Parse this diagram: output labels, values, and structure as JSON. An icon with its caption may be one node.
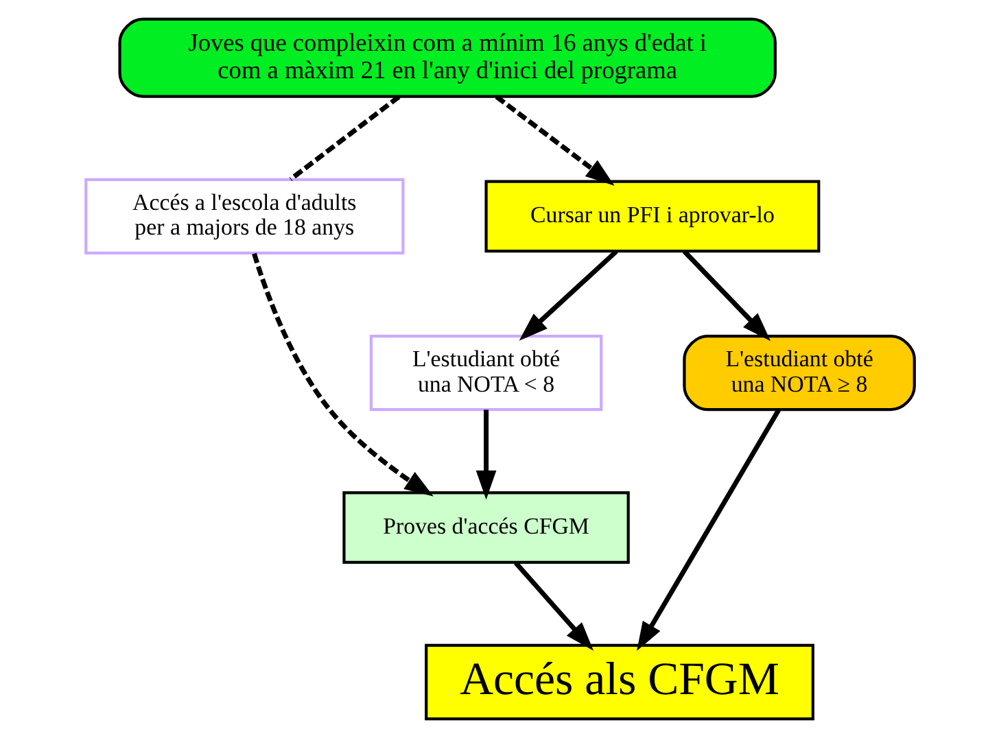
{
  "diagram": {
    "nodes": [
      {
        "text": [
          "Joves que compleixin com a mínim 16 anys d'edat i com a màxim 21 en l'any d'inici del programa"
        ]
      },
      {
        "text": [
          "Accés a l'escola d'adults per a majors de 18 anys"
        ]
      },
      {
        "text": [
          "Cursar un PFI i aprovar-lo"
        ]
      },
      {
        "text": [
          "L'estudiant obté una NOTA < 8"
        ]
      },
      {
        "text": [
          "L'estudiant obté una NOTA ≥ 8"
        ]
      },
      {
        "text": [
          "Proves d'accés CFGM"
        ]
      },
      {
        "text": [
          "Accés als CFGM"
        ]
      }
    ],
    "edges": [
      {
        "from": 0,
        "to": 1,
        "arrow": "none",
        "style": "dashed"
      },
      {
        "from": 0,
        "to": 2,
        "arrow": "to",
        "style": "dashed"
      },
      {
        "from": 1,
        "to": 5,
        "arrow": "to",
        "style": "dashed"
      },
      {
        "from": 2,
        "to": 3,
        "arrow": "to"
      },
      {
        "from": 2,
        "to": 4,
        "arrow": "to"
      },
      {
        "from": 3,
        "to": 5,
        "arrow": "to"
      },
      {
        "from": 4,
        "to": 6,
        "arrow": "to"
      },
      {
        "from": 5,
        "to": 6,
        "arrow": "to"
      }
    ]
  }
}
